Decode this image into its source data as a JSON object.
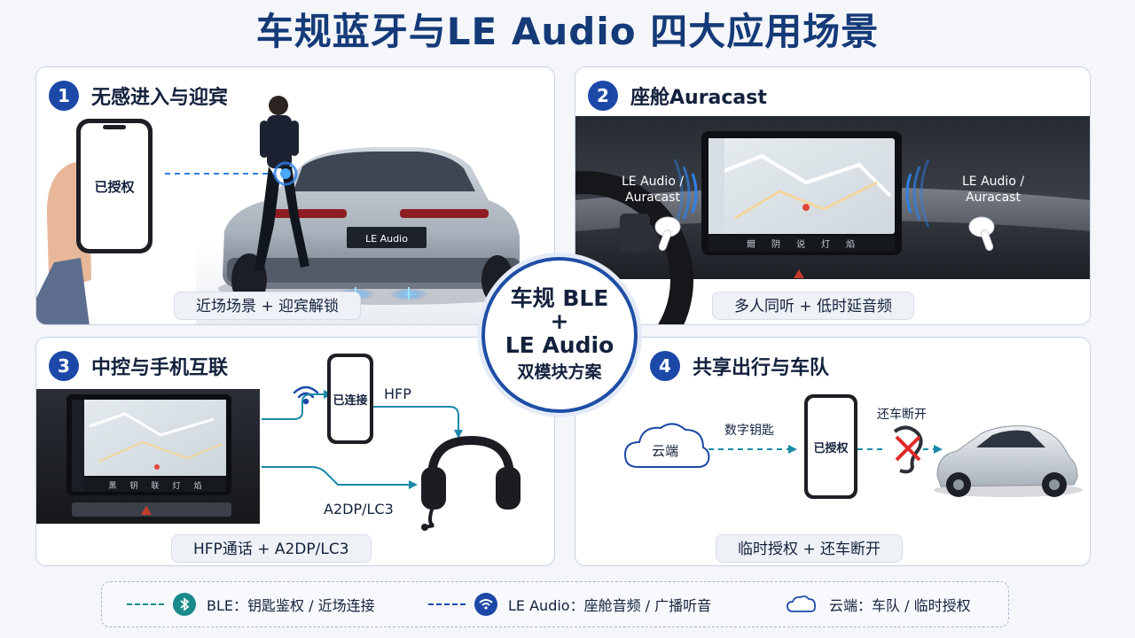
{
  "title": "车规蓝牙与LE Audio 四大应用场景",
  "center": {
    "line1": "车规 BLE",
    "line2": "+",
    "line3": "LE Audio",
    "line4": "双模块方案"
  },
  "panels": [
    {
      "number": "1",
      "title": "无感进入与迎宾",
      "phone_text": "已授权",
      "car_plate": "LE Audio",
      "caption": "近场场景 + 迎宾解锁"
    },
    {
      "number": "2",
      "title": "座舱Auracast",
      "left_label": "LE Audio /\nAuracast",
      "right_label": "LE Audio /\nAuracast",
      "screen_dock": [
        "爾",
        "阴",
        "说",
        "灯",
        "焰"
      ],
      "caption": "多人同听 + 低时延音频"
    },
    {
      "number": "3",
      "title": "中控与手机互联",
      "phone_text": "已连接",
      "hfp_label": "HFP",
      "a2dp_label": "A2DP/LC3",
      "screen_dock": [
        "黑",
        "钥",
        "联",
        "灯",
        "焰"
      ],
      "caption": "HFP通话 + A2DP/LC3"
    },
    {
      "number": "4",
      "title": "共享出行与车队",
      "cloud_label": "云端",
      "key_label": "数字钥匙",
      "phone_text": "已授权",
      "return_label": "还车断开",
      "caption": "临时授权 + 还车断开"
    }
  ],
  "legend": [
    {
      "icon": "bluetooth-icon",
      "text": "BLE：钥匙鉴权 / 近场连接",
      "color": "#1a8a8a"
    },
    {
      "icon": "wifi-icon",
      "text": "LE Audio：座舱音频 / 广播听音",
      "color": "#1c48a8"
    },
    {
      "icon": "cloud-icon",
      "text": "云端：车队 / 临时授权",
      "color": "#1c48a8"
    }
  ],
  "colors": {
    "brand_blue": "#1c48a8",
    "teal": "#1a8a8a",
    "glow_blue": "#2f7fe8"
  }
}
